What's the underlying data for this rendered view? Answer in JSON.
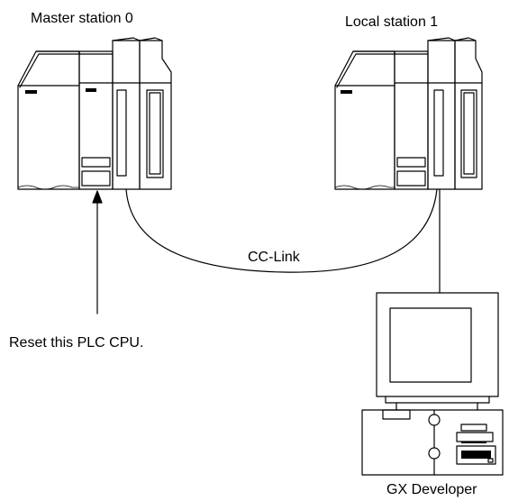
{
  "labels": {
    "master_station": "Master station 0",
    "local_station": "Local station 1",
    "network": "CC-Link",
    "reset_note": "Reset this PLC CPU.",
    "pc_software": "GX Developer"
  },
  "colors": {
    "stroke": "#000000",
    "background": "#ffffff"
  },
  "icons": [
    "plc-rack-icon",
    "plc-rack-icon",
    "arrow-up-icon",
    "personal-computer-icon"
  ]
}
